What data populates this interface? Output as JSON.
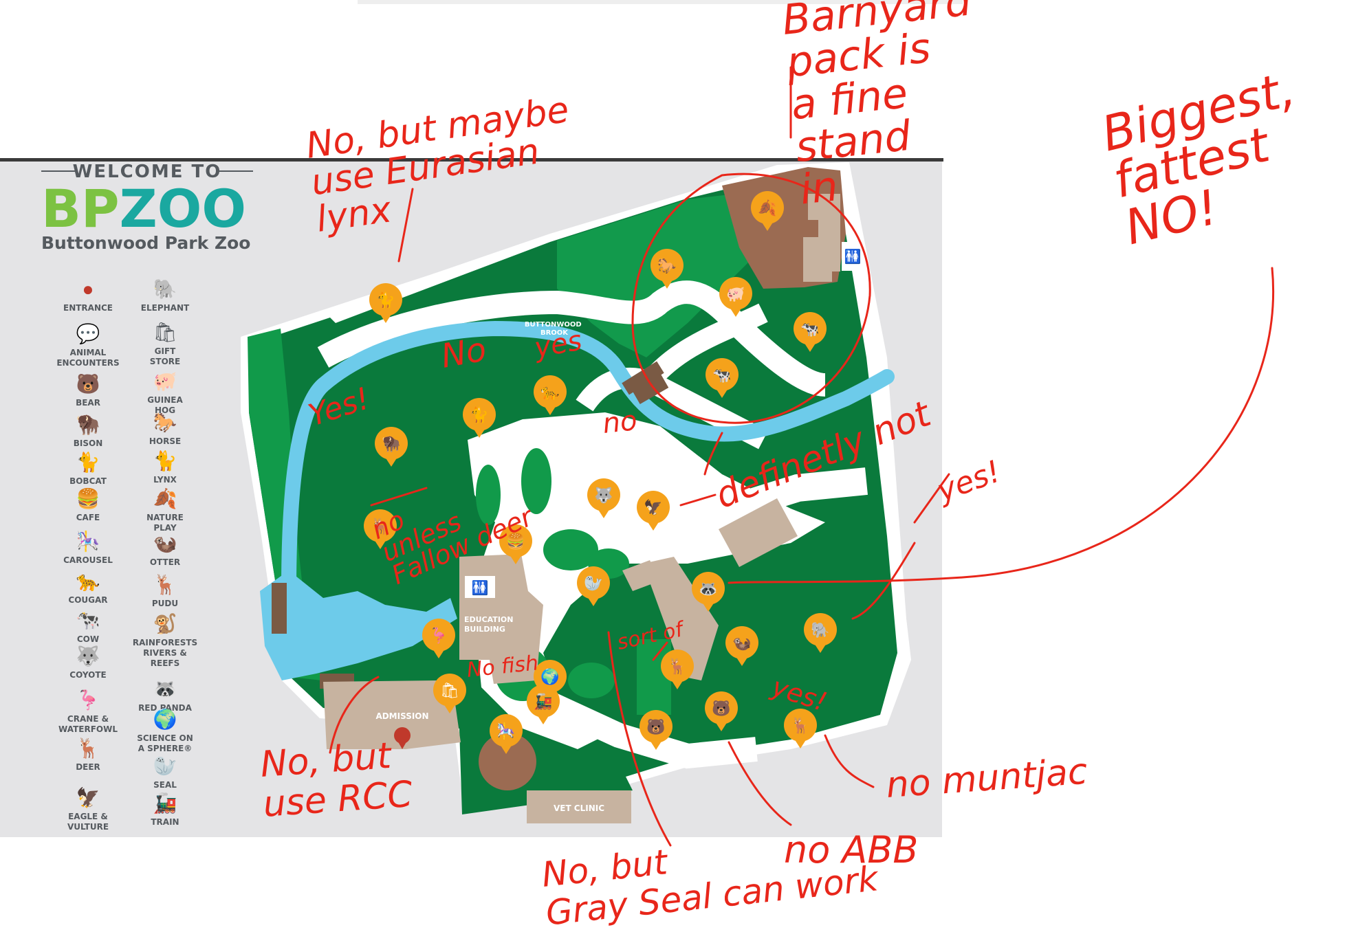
{
  "header": {
    "welcome": "WELCOME TO",
    "logo_bp": "BP",
    "logo_zoo": "ZOO",
    "subtitle": "Buttonwood Park Zoo"
  },
  "legend_left": [
    {
      "icon": "entrance-icon",
      "label": "ENTRANCE"
    },
    {
      "icon": "animal-encounters-icon",
      "label": "ANIMAL\nENCOUNTERS"
    },
    {
      "icon": "bear-icon",
      "label": "BEAR"
    },
    {
      "icon": "bison-icon",
      "label": "BISON"
    },
    {
      "icon": "bobcat-icon",
      "label": "BOBCAT"
    },
    {
      "icon": "cafe-icon",
      "label": "CAFE"
    },
    {
      "icon": "carousel-icon",
      "label": "CAROUSEL"
    },
    {
      "icon": "cougar-icon",
      "label": "COUGAR"
    },
    {
      "icon": "cow-icon",
      "label": "COW"
    },
    {
      "icon": "coyote-icon",
      "label": "COYOTE"
    },
    {
      "icon": "crane-icon",
      "label": "CRANE &\nWATERFOWL"
    },
    {
      "icon": "deer-icon",
      "label": "DEER"
    },
    {
      "icon": "eagle-icon",
      "label": "EAGLE &\nVULTURE"
    }
  ],
  "legend_right": [
    {
      "icon": "elephant-icon",
      "label": "ELEPHANT"
    },
    {
      "icon": "gift-store-icon",
      "label": "GIFT\nSTORE"
    },
    {
      "icon": "guinea-hog-icon",
      "label": "GUINEA\nHOG"
    },
    {
      "icon": "horse-icon",
      "label": "HORSE"
    },
    {
      "icon": "lynx-icon",
      "label": "LYNX"
    },
    {
      "icon": "nature-play-icon",
      "label": "NATURE\nPLAY"
    },
    {
      "icon": "otter-icon",
      "label": "OTTER"
    },
    {
      "icon": "pudu-icon",
      "label": "PUDU"
    },
    {
      "icon": "rainforests-icon",
      "label": "RAINFORESTS\nRIVERS &\nREEFS"
    },
    {
      "icon": "red-panda-icon",
      "label": "RED PANDA"
    },
    {
      "icon": "science-sphere-icon",
      "label": "SCIENCE ON\nA SPHERE®"
    },
    {
      "icon": "seal-icon",
      "label": "SEAL"
    },
    {
      "icon": "train-icon",
      "label": "TRAIN"
    }
  ],
  "map_labels": {
    "brook": "BUTTONWOOD\nBROOK",
    "education": "EDUCATION\nBUILDING",
    "admission": "ADMISSION",
    "vet_clinic": "VET CLINIC"
  },
  "colors": {
    "dark_green": "#0a7a3c",
    "light_green": "#119a4a",
    "water": "#6dcbea",
    "path": "#ffffff",
    "building": "#c7b3a0",
    "brown": "#9b6b52",
    "marker": "#f5a21b",
    "entrance": "#c0392b",
    "annotation": "#e8261a",
    "panel": "#e4e4e6"
  },
  "annotations": [
    "Barnyard\npack is\na fine\nstand\nin",
    "No, but maybe\nuse Eurasian\nlynx",
    "Biggest,\nfattest\nNO!",
    "Yes!",
    "No",
    "yes",
    "no",
    "definetly not",
    "yes!",
    "no\nunless\nFallow deer",
    "sort of",
    "No fish",
    "yes!",
    "No, but\nuse RCC",
    "no muntjac",
    "no ABB",
    "No, but\nGray Seal can work"
  ]
}
